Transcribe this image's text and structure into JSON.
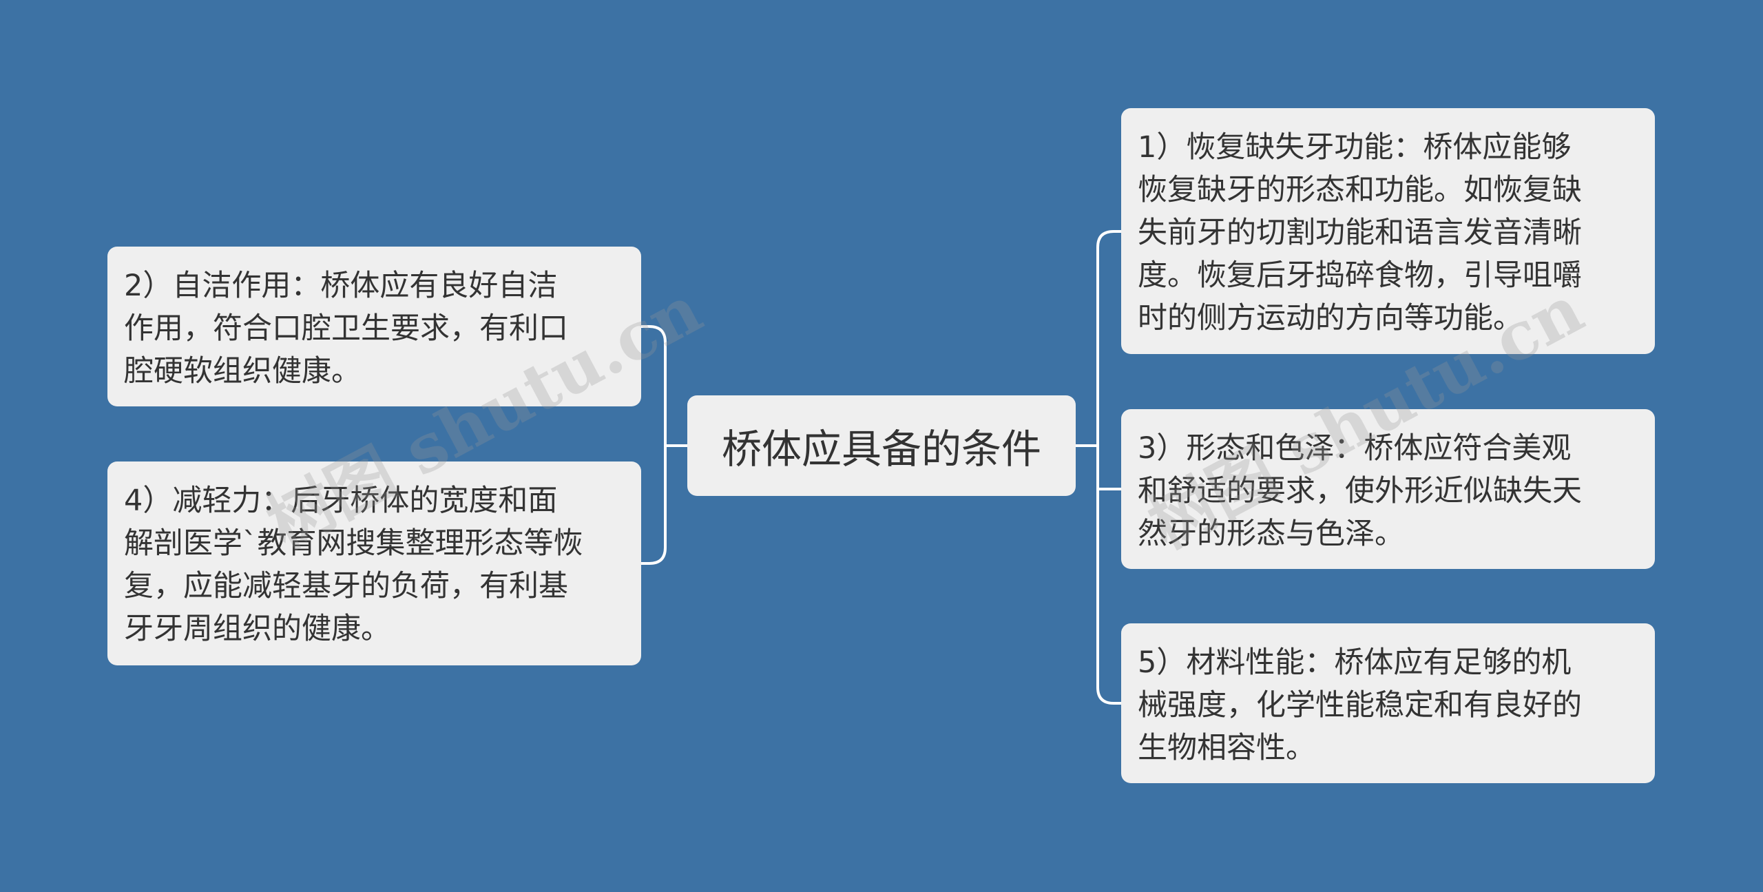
{
  "colors": {
    "background": "#3d72a4",
    "node_fill": "#efefef",
    "connector": "#ffffff",
    "text": "#333333"
  },
  "central_topic": "桥体应具备的条件",
  "branches": {
    "left": [
      {
        "id": "2",
        "text": "2）自洁作用：桥体应有良好自洁\n作用，符合口腔卫生要求，有利口\n腔硬软组织健康。"
      },
      {
        "id": "4",
        "text": "4）减轻力：后牙桥体的宽度和面\n解剖医学`教育网搜集整理形态等恢\n复，应能减轻基牙的负荷，有利基\n牙牙周组织的健康。"
      }
    ],
    "right": [
      {
        "id": "1",
        "text": "1）恢复缺失牙功能：桥体应能够\n恢复缺牙的形态和功能。如恢复缺\n失前牙的切割功能和语言发音清晰\n度。恢复后牙捣碎食物，引导咀嚼\n时的侧方运动的方向等功能。"
      },
      {
        "id": "3",
        "text": "3）形态和色泽：桥体应符合美观\n和舒适的要求，使外形近似缺失天\n然牙的形态与色泽。"
      },
      {
        "id": "5",
        "text": "5）材料性能：桥体应有足够的机\n械强度，化学性能稳定和有良好的\n生物相容性。"
      }
    ]
  },
  "watermark": "树图 shutu.cn"
}
